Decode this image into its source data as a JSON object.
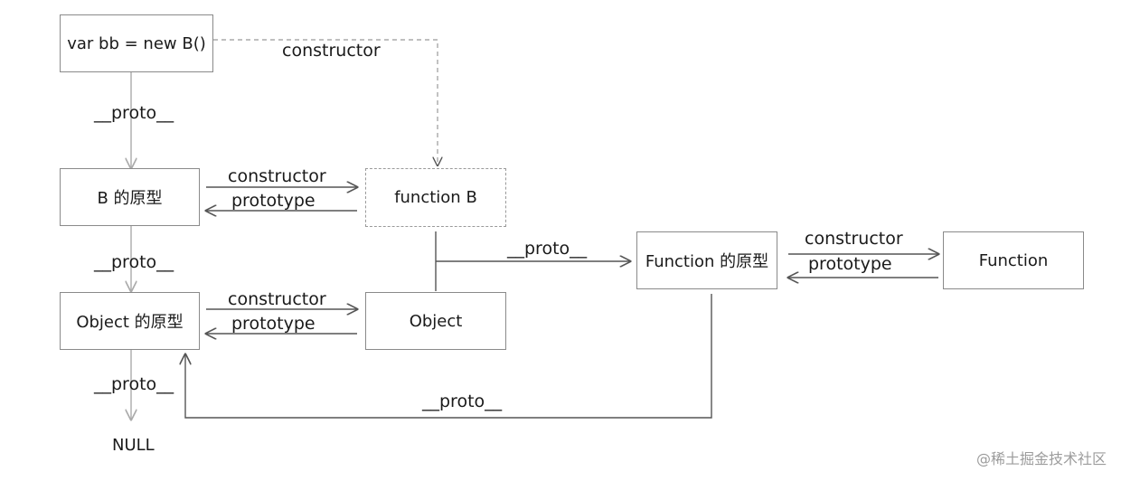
{
  "nodes": {
    "instance": "var bb = new B()",
    "b_proto": "B 的原型",
    "function_b": "function B",
    "object_proto": "Object 的原型",
    "object_fn": "Object",
    "function_proto": "Function 的原型",
    "function_fn": "Function",
    "null_end": "NULL"
  },
  "edges": {
    "instance_constructor": "constructor",
    "instance_proto": "__proto__",
    "b_constructor": "constructor",
    "b_prototype": "prototype",
    "b_proto_proto": "__proto__",
    "fnb_proto": "__proto__",
    "obj_constructor": "constructor",
    "obj_prototype": "prototype",
    "objproto_proto": "__proto__",
    "fn_constructor": "constructor",
    "fn_prototype": "prototype",
    "fnproto_proto": "__proto__"
  },
  "watermark": "@稀土掘金技术社区"
}
